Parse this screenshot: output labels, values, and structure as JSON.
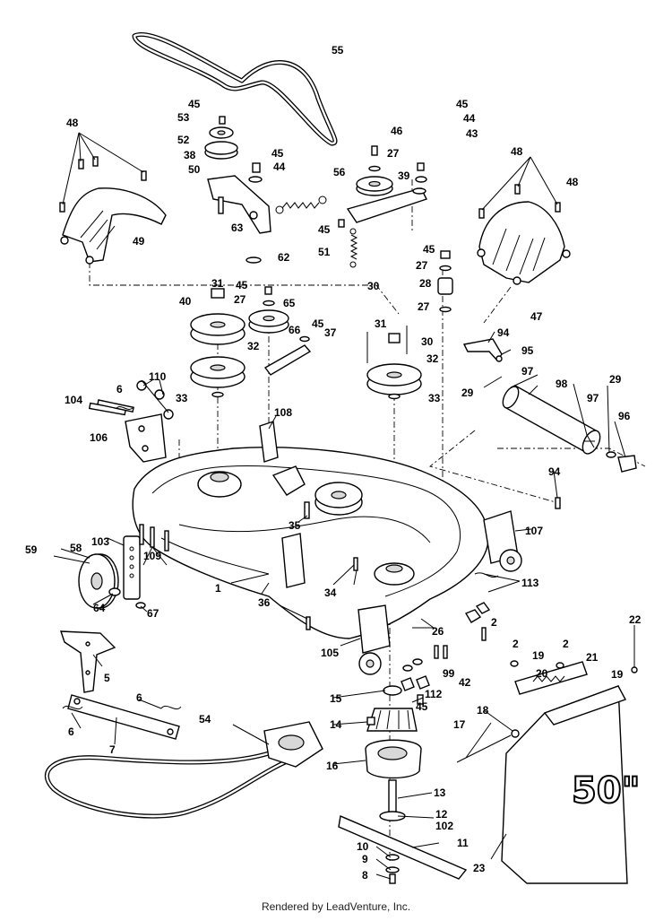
{
  "footer": "Rendered by LeadVenture, Inc.",
  "deck_label": "50\"",
  "callouts": [
    "55",
    "45",
    "53",
    "52",
    "38",
    "50",
    "63",
    "45",
    "44",
    "62",
    "56",
    "51",
    "45",
    "46",
    "27",
    "39",
    "45",
    "44",
    "43",
    "45",
    "27",
    "28",
    "27",
    "48",
    "49",
    "48",
    "48",
    "47",
    "31",
    "40",
    "45",
    "27",
    "65",
    "32",
    "33",
    "66",
    "45",
    "37",
    "30",
    "31",
    "30",
    "32",
    "33",
    "94",
    "95",
    "29",
    "97",
    "98",
    "97",
    "29",
    "96",
    "110",
    "6",
    "104",
    "106",
    "108",
    "35",
    "94",
    "107",
    "59",
    "58",
    "103",
    "109",
    "1",
    "64",
    "67",
    "36",
    "34",
    "113",
    "2",
    "26",
    "105",
    "99",
    "42",
    "5",
    "6",
    "6",
    "7",
    "54",
    "15",
    "45",
    "112",
    "14",
    "16",
    "2",
    "19",
    "2",
    "21",
    "20",
    "19",
    "22",
    "18",
    "17",
    "13",
    "12",
    "102",
    "11",
    "10",
    "9",
    "8",
    "23"
  ]
}
